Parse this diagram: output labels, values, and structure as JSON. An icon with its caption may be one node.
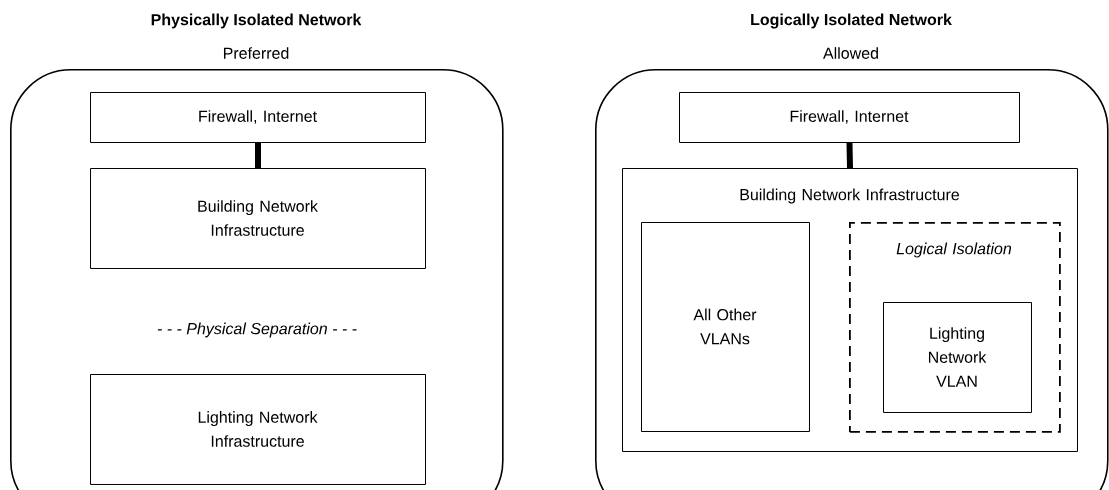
{
  "diagram": {
    "nodes": [
      {
        "text": [
          "Physically Isolated Network",
          "Preferred"
        ]
      },
      {
        "text": [
          "Firewall, Internet"
        ],
        "in": 0
      },
      {
        "text": [
          "Building Network Infrastructure"
        ],
        "in": 0
      },
      {
        "text": [
          "Lighting Network Infrastructure"
        ],
        "in": 0
      },
      {
        "text": [
          "Logically Isolated Network",
          "Allowed"
        ]
      },
      {
        "text": [
          "Firewall, Internet"
        ],
        "in": 4
      },
      {
        "text": [
          "Building Network Infrastructure"
        ],
        "in": 4
      },
      {
        "text": [
          "All Other VLANs"
        ],
        "in": 6
      },
      {
        "text": [
          "Logical Isolation"
        ],
        "in": 6
      },
      {
        "text": [
          "Lighting Network VLAN"
        ],
        "in": 8
      }
    ],
    "edges": [
      {
        "from": 1,
        "to": 2,
        "arrow": "none"
      },
      {
        "from": 5,
        "to": 6,
        "arrow": "none"
      }
    ],
    "labels": [
      "- - - Physical Separation - - -"
    ]
  }
}
